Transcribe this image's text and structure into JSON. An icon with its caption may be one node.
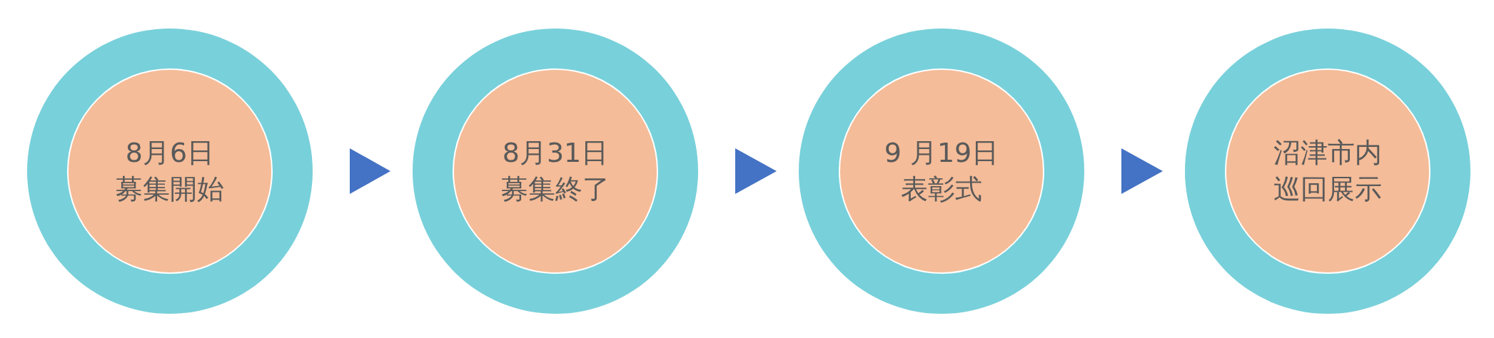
{
  "diagram": {
    "nodes": [
      {
        "text": [],
        "shape": "circle"
      },
      {
        "text": [
          "8月6日",
          "募集開始"
        ],
        "in": 0
      },
      {
        "text": [],
        "shape": "circle"
      },
      {
        "text": [
          "8月31日",
          "募集終了"
        ],
        "in": 2
      },
      {
        "text": [],
        "shape": "circle"
      },
      {
        "text": [
          "9 月19日",
          "表彰式"
        ],
        "in": 4
      },
      {
        "text": [],
        "shape": "circle"
      },
      {
        "text": [
          "沼津市内",
          "巡回展示"
        ],
        "in": 6
      }
    ],
    "edges": [
      {
        "from": 0,
        "to": 2,
        "arrow": "to"
      },
      {
        "from": 2,
        "to": 4,
        "arrow": "to"
      },
      {
        "from": 4,
        "to": 6,
        "arrow": "to"
      }
    ]
  }
}
